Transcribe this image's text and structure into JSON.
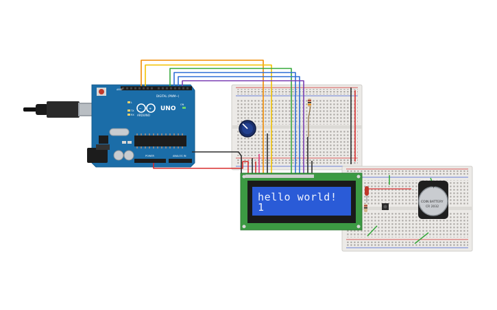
{
  "arduino": {
    "brand": "UNO",
    "logo": "ARDUINO",
    "digital_label": "DIGITAL (PWM~)",
    "analog_label": "ANALOG IN",
    "power_label": "POWER",
    "aref_label": "AREF",
    "tx_label": "TX",
    "rx_label": "RX",
    "on_label": "ON",
    "l_label": "L"
  },
  "lcd": {
    "line1": "hello world!",
    "line2": "1"
  },
  "battery": {
    "line1": "COIN BATTERY",
    "line2": "CR 2032",
    "plus": "+"
  },
  "colors": {
    "arduino_board": "#1b6da8",
    "lcd_pcb": "#3c9a43",
    "lcd_screen": "#2a5bd7",
    "breadboard": "#e9e7e4",
    "rail_red": "#d22b2b",
    "rail_blue": "#3b5bd0",
    "wire_orange": "#f08a00",
    "wire_yellow": "#f2c200",
    "wire_green": "#37a83c",
    "wire_blue": "#2f6fd6",
    "wire_purple": "#7a3fb3",
    "wire_black": "#2a2a2a",
    "wire_red": "#d82b2b",
    "wire_pink": "#e03a7c"
  },
  "icons": {
    "usb": "usb-plug-icon",
    "potentiometer": "potentiometer-knob-icon",
    "led": "red-led-icon",
    "button": "pushbutton-icon",
    "resistor": "resistor-icon"
  }
}
